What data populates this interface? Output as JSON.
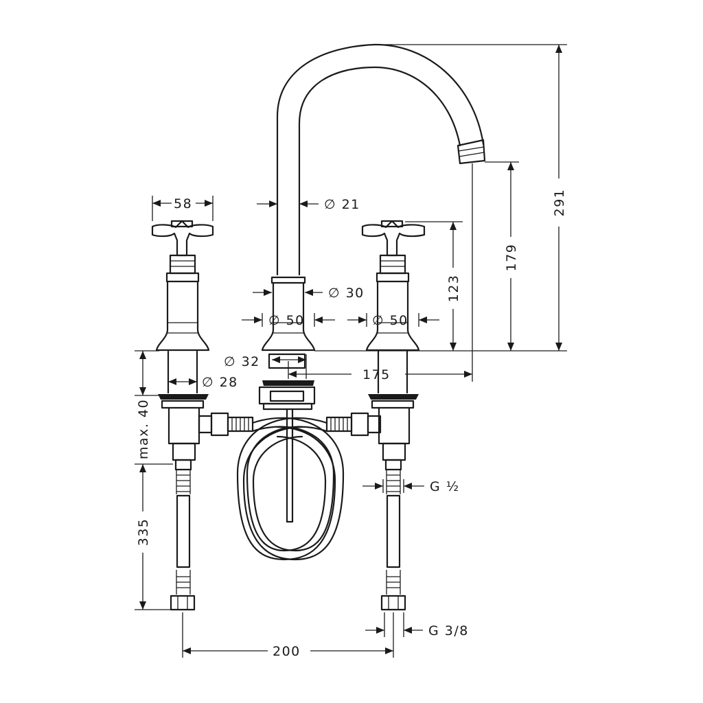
{
  "dimensions": {
    "handle_width": "58",
    "spout_tube_dia": "∅ 21",
    "spout_base_dia": "∅ 30",
    "body_dia_left": "∅ 50",
    "body_dia_right": "∅ 50",
    "hole_dia_center": "∅ 32",
    "hole_dia_side": "∅ 28",
    "spout_reach": "175",
    "deck_thickness": "max. 40",
    "hose_length": "335",
    "valve_spacing": "200",
    "inlet_thread": "G ½",
    "supply_thread": "G 3/8",
    "handle_height": "123",
    "outlet_height": "179",
    "total_height": "291"
  }
}
